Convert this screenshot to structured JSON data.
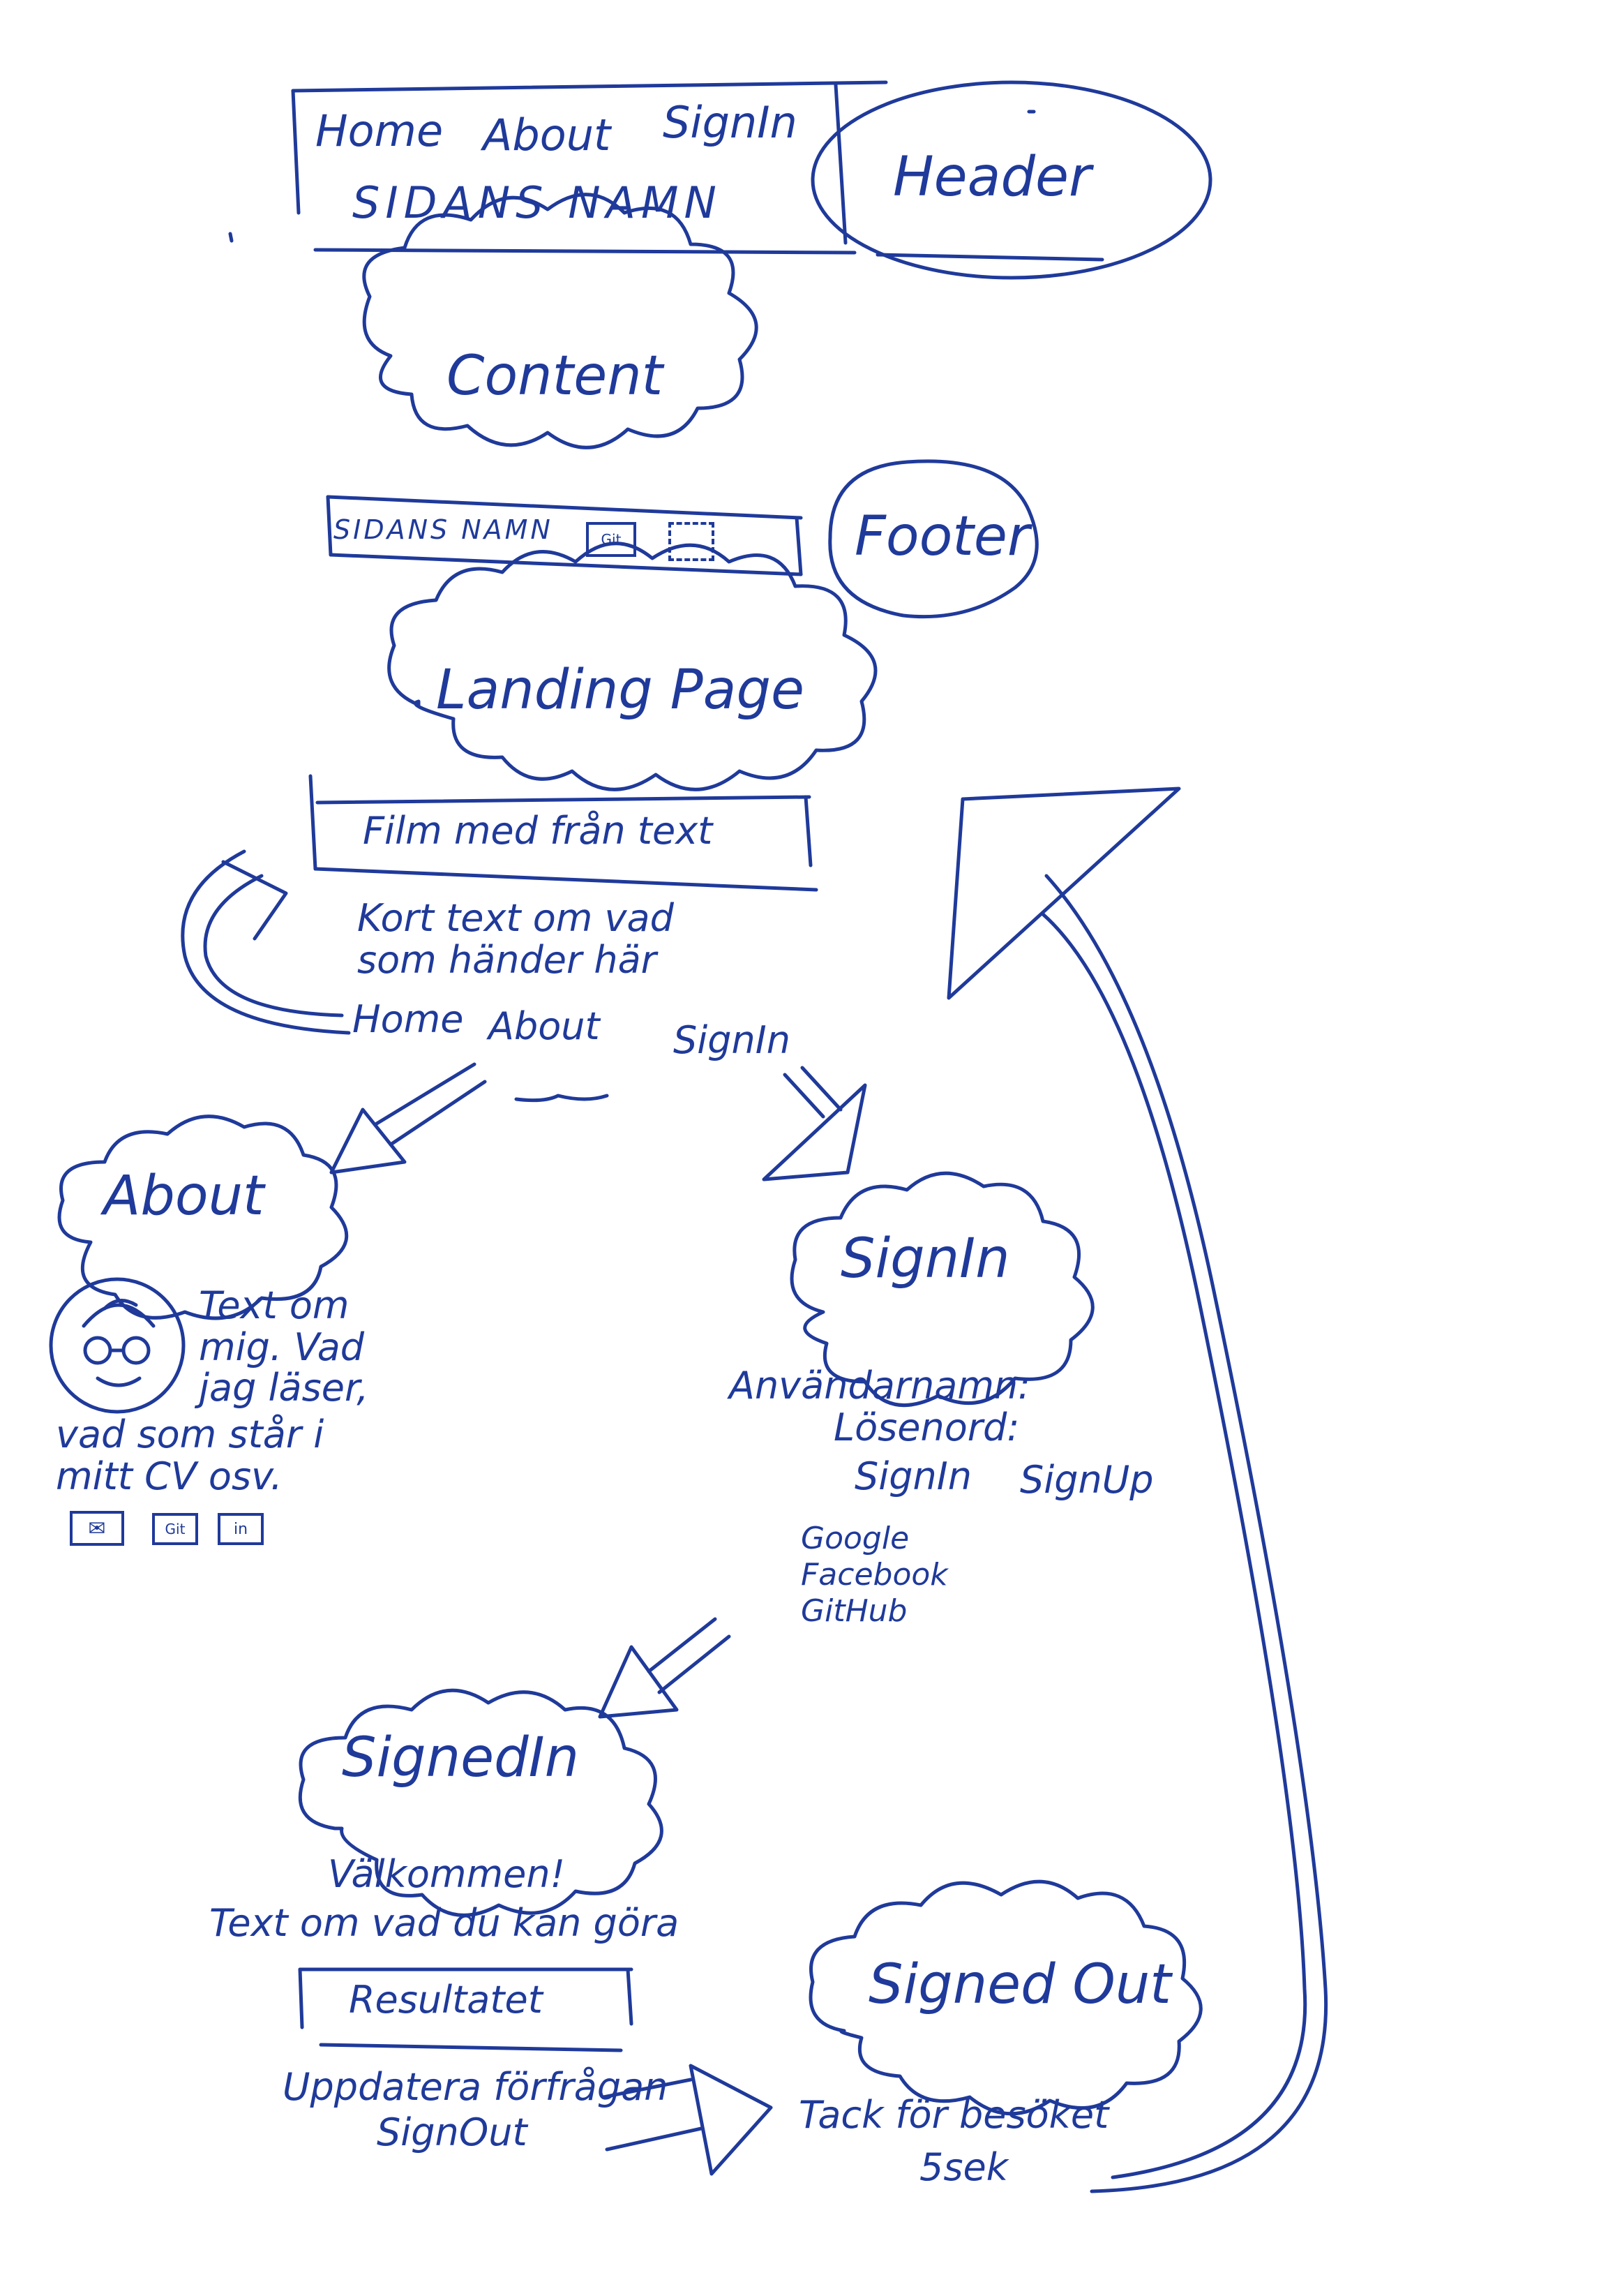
{
  "header_section": {
    "nav": {
      "home": "Home",
      "about": "About",
      "signin": "SignIn"
    },
    "site_name": "SIDANS NAMN",
    "bubble_label": "Header"
  },
  "content_section": {
    "bubble_label": "Content"
  },
  "footer_section": {
    "site_name": "SIDANS NAMN",
    "git_label": "Git",
    "bubble_label": "Footer"
  },
  "landing_page": {
    "bubble_label": "Landing Page",
    "hero_box": "Film med från text",
    "intro_line1": "Kort text om vad",
    "intro_line2": "som händer här",
    "links": {
      "home": "Home",
      "about": "About",
      "signin": "SignIn"
    }
  },
  "about_page": {
    "bubble_label": "About",
    "text_line1": "Text om",
    "text_line2": "mig. Vad",
    "text_line3": "jag läser,",
    "text_line4": "vad som står i",
    "text_line5": "mitt CV osv.",
    "icons": [
      "mail-icon",
      "git-icon",
      "linkedin-icon"
    ],
    "git_label": "Git"
  },
  "signin_page": {
    "bubble_label": "SignIn",
    "username_label": "Användarnamn:",
    "password_label": "Lösenord:",
    "signin_button": "SignIn",
    "signup_button": "SignUp",
    "providers": [
      "Google",
      "Facebook",
      "GitHub"
    ]
  },
  "signedin_page": {
    "bubble_label": "SignedIn",
    "welcome": "Välkommen!",
    "description": "Text om vad du kan göra",
    "result_box": "Resultatet",
    "update_link": "Uppdatera förfrågan",
    "signout_link": "SignOut"
  },
  "signedout_page": {
    "bubble_label": "Signed Out",
    "thanks": "Tack för besöket",
    "timer": "5sek"
  }
}
